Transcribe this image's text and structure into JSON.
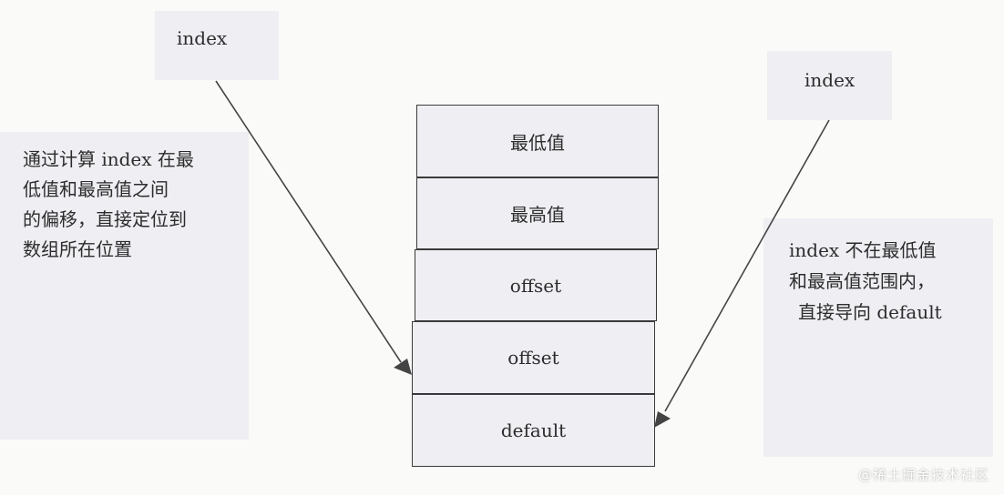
{
  "left_index_label": "index",
  "right_index_label": "index",
  "left_description": "通过计算 index 在最低值和最高值之间的偏移，直接定位到数组所在位置",
  "left_description_lines": [
    "通过计算 index 在最",
    "低值和最高值之间",
    "的偏移，直接定位到",
    "数组所在位置"
  ],
  "right_description_lines": [
    "index 不在最低值",
    "和最高值范围内，",
    "直接导向 default"
  ],
  "table": {
    "cells": [
      "最低值",
      "最高值",
      "offset",
      "offset",
      "default"
    ]
  },
  "watermark": "@稀土掘金技术社区",
  "colors": {
    "box_fill": "#eeeef3",
    "border": "#3a3a3a",
    "arrow": "#444444"
  }
}
